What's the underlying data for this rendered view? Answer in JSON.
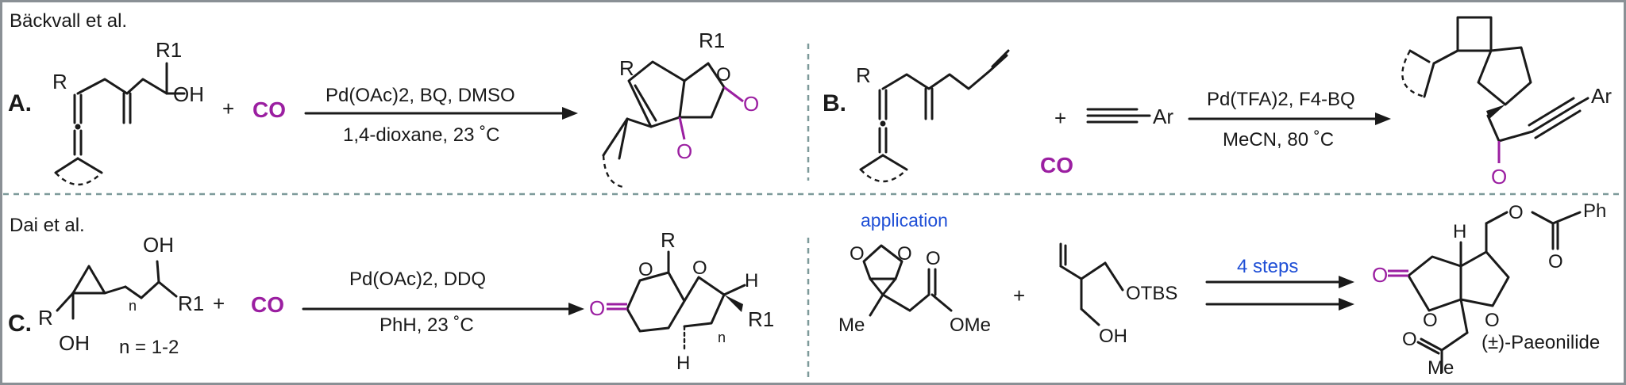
{
  "colors": {
    "frame": "#8a9095",
    "divider": "#7d9a9a",
    "ink": "#1a1a1a",
    "carbonyl": "#9b1fa1",
    "application": "#1f4fd6"
  },
  "sections": {
    "top_heading": "Bäckvall et al.",
    "bottom_heading": "Dai et al.",
    "application_label": "application"
  },
  "reactions": {
    "A": {
      "label": "A.",
      "substituent_r": "R",
      "substituent_r1": "R1",
      "hydroxyl": "OH",
      "plus": "+",
      "reagent": "CO",
      "conditions_above": "Pd(OAc)2, BQ, DMSO",
      "conditions_below": "1,4-dioxane, 23 ˚C",
      "product_r": "R",
      "product_r1": "R1",
      "product_ring_o": "O",
      "product_ketone_o": "O",
      "product_lactone_o": "O"
    },
    "B": {
      "label": "B.",
      "substituent_r": "R",
      "plus": "+",
      "alkyne_ar": "Ar",
      "reagent": "CO",
      "conditions_above": "Pd(TFA)2, F4-BQ",
      "conditions_below": "MeCN, 80 ˚C",
      "product_ar": "Ar",
      "product_o": "O"
    },
    "C": {
      "label": "C.",
      "substituent_r": "R",
      "hydroxyl_top": "OH",
      "hydroxyl_bottom": "OH",
      "substituent_r1": "R1",
      "n_index": "n",
      "n_range": "n = 1-2",
      "plus": "+",
      "reagent": "CO",
      "conditions_above": "Pd(OAc)2, DDQ",
      "conditions_below": "PhH, 23 ˚C",
      "product_r": "R",
      "product_o_left": "O",
      "product_o_right": "O",
      "product_lactone_o": "O",
      "product_h_top": "H",
      "product_h_bottom": "H",
      "product_n": "n",
      "product_r1": "R1"
    },
    "application": {
      "ketal_o_left": "O",
      "ketal_o_right": "O",
      "ester_o": "O",
      "me_left": "Me",
      "ome": "OMe",
      "plus": "+",
      "otbs": "OTBS",
      "oh": "OH",
      "steps": "4 steps",
      "product_lactone_o": "O",
      "product_ring_o_left": "O",
      "product_ring_o_right": "O",
      "product_h": "H",
      "product_ester_o": "O",
      "product_carbonyl_o": "O",
      "product_ph": "Ph",
      "product_ketone_o": "O",
      "product_me": "Me",
      "product_name": "(±)-Paeonilide"
    }
  }
}
